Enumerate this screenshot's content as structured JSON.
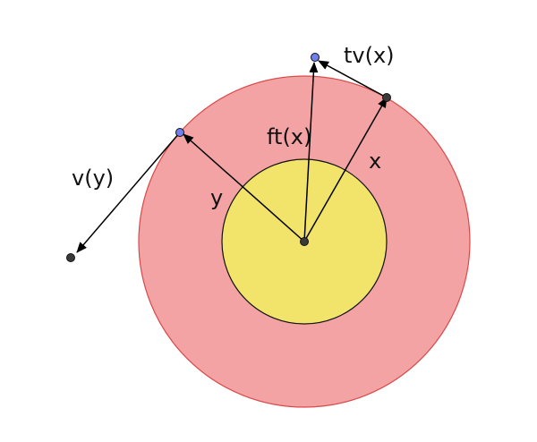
{
  "colors": {
    "outer_fill": "#f3a3a3",
    "outer_stroke": "#d94a4a",
    "inner_fill": "#f2e46a",
    "inner_stroke": "#111111",
    "line": "#000000",
    "dot_dark": "#3a3a3a",
    "dot_blue": "#6f7ff0"
  },
  "labels": {
    "tvx": "tv(x)",
    "ftx": "ft(x)",
    "x": "x",
    "y": "y",
    "vy": "v(y)"
  }
}
